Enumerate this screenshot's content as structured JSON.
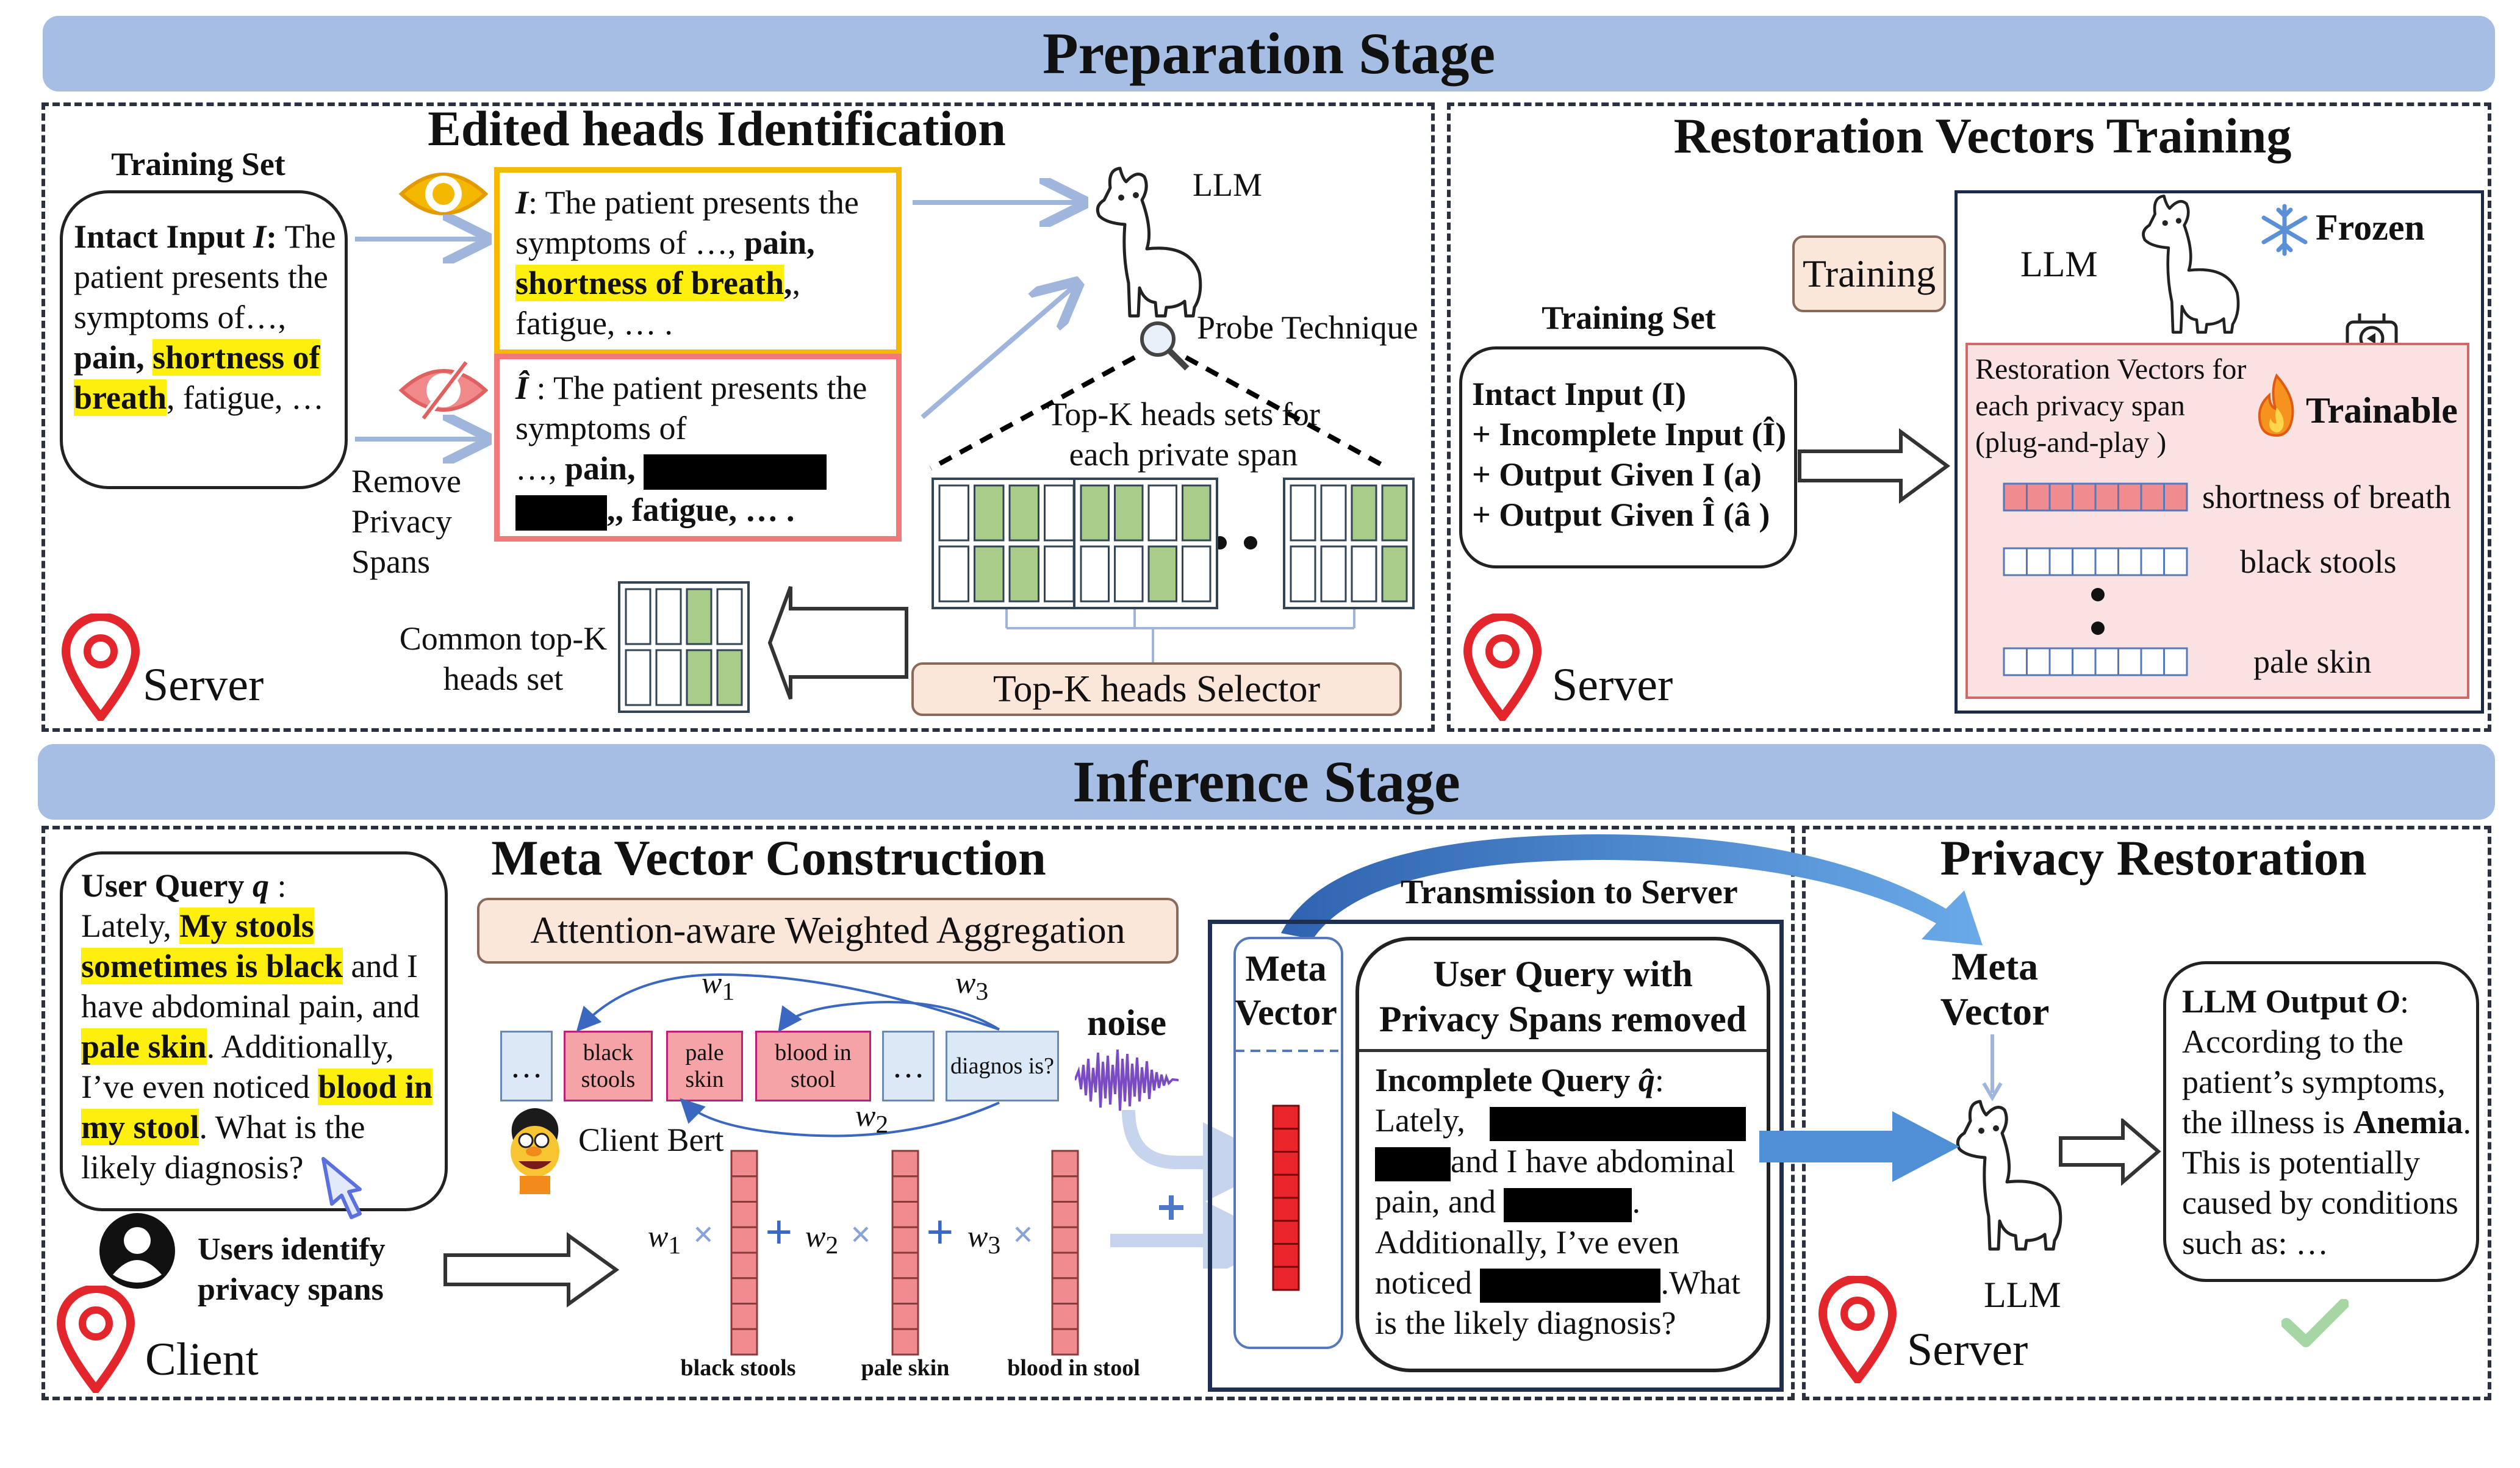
{
  "stages": {
    "prep": "Preparation Stage",
    "inference": "Inference Stage"
  },
  "edited_heads": {
    "title": "Edited heads Identification",
    "training_set": "Training Set",
    "intact_input_label": "Intact Input",
    "intact_input_var": "I",
    "intact_text_1": "The patient presents the symptoms of…,",
    "intact_pain": "pain,",
    "intact_hl": "shortness of breath",
    "intact_rest": ", fatigue, …",
    "box1_var": "I",
    "box1_text": ": The patient presents the symptoms of",
    "box1_line2_pre": "…,",
    "box1_pain": "pain,",
    "box1_hl": "shortness of breath",
    "box1_rest": ", fatigue, … .",
    "box2_var": "Î",
    "box2_text": " : The patient presents the symptoms of",
    "box2_line2_pre": "…,",
    "box2_pain": "pain,",
    "box2_rest": ", fatigue, … .",
    "remove_label": "Remove Privacy Spans",
    "llm": "LLM",
    "probe": "Probe Technique",
    "topk_sets": "Top-K heads sets for each private span",
    "common": "Common top-K heads set",
    "selector": "Top-K heads Selector",
    "server": "Server",
    "icons": [
      "eye-icon",
      "eye-slash-icon",
      "magnifier-icon",
      "alpaca-icon",
      "location-pin-icon"
    ]
  },
  "restoration": {
    "title": "Restoration Vectors Training",
    "training_set": "Training Set",
    "lines": [
      "Intact Input (I)",
      "+ Incomplete Input (Î)",
      "+ Output Given I (a)",
      "+ Output Given Î (â )"
    ],
    "training_btn": "Training",
    "llm": "LLM",
    "frozen": "Frozen",
    "trainable": "Trainable",
    "vec_title": "Restoration Vectors for each privacy span (plug-and-play )",
    "vectors": [
      "shortness of breath",
      "black stools",
      "pale skin"
    ],
    "server": "Server",
    "icons": [
      "snowflake-icon",
      "fire-icon",
      "plugin-icon"
    ]
  },
  "meta_vector": {
    "title": "Meta Vector Construction",
    "user_query_label": "User Query",
    "user_query_var": "q",
    "query_text_1": "Lately,",
    "query_hl_1": "My stools sometimes is black",
    "query_text_2": "and I have abdominal pain, and",
    "query_hl_2": "pale skin",
    "query_text_3": ". Additionally, I’ve even noticed",
    "query_hl_3": "blood in my stool",
    "query_text_4": ". What is the likely diagnosis?",
    "users_identify": "Users identify privacy spans",
    "client": "Client",
    "aggregation": "Attention-aware Weighted Aggregation",
    "tokens": [
      "…",
      "black stools",
      "pale skin",
      "blood in stool",
      "…",
      "diagnos is?"
    ],
    "weights": [
      "w",
      "w",
      "w"
    ],
    "weight_subs": [
      "1",
      "2",
      "3"
    ],
    "noise": "noise",
    "client_bert": "Client Bert",
    "vec_labels": [
      "black stools",
      "pale skin",
      "blood in stool"
    ]
  },
  "transmission": {
    "title": "Transmission to Server",
    "meta_vector": "Meta Vector",
    "query_removed": "User Query with Privacy Spans removed",
    "incomplete_label": "Incomplete Query",
    "incomplete_var": "q̂",
    "line1": "Lately,",
    "line2": "and I have abdominal",
    "line3": "pain, and",
    "line4": "Additionally, I’ve even",
    "line5a": "noticed",
    "line5b": ".What",
    "line6": "is the likely diagnosis?"
  },
  "privacy_restoration": {
    "title": "Privacy Restoration",
    "meta_vector": "Meta Vector",
    "llm": "LLM",
    "server": "Server",
    "output_label": "LLM Output",
    "output_var": "O",
    "output_1": "According to the patient’s symptoms, the illness is",
    "output_bold": "Anemia",
    "output_2": ". This is potentially caused by conditions such as: …",
    "icons": [
      "checkmark-icon"
    ]
  },
  "colors": {
    "banner": "#a6bde4",
    "highlight": "#ffef0f",
    "pink": "#f5a3a6",
    "green": "#a8cd8a",
    "red": "#e8262b",
    "blue_arrow": "#4f8fd6"
  }
}
